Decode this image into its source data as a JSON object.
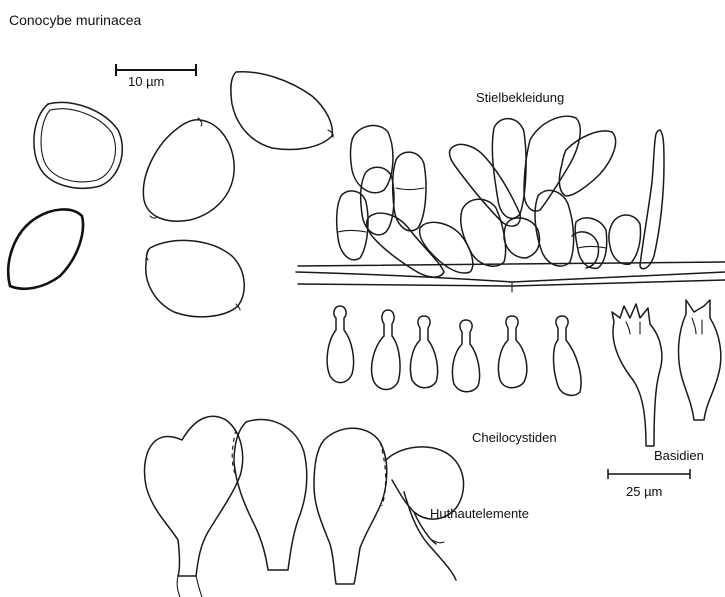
{
  "figure": {
    "title": "Conocybe murinacea",
    "labels": {
      "stipitipellis": "Stielbekleidung",
      "cheilocystidia": "Cheilocystiden",
      "basidia": "Basidien",
      "pileipellis": "Huthautelemente"
    },
    "scale_bars": {
      "spores": "10 µm",
      "cells": "25 µm"
    }
  },
  "colors": {
    "ink": "#1a1a1a",
    "background": "#ffffff"
  }
}
